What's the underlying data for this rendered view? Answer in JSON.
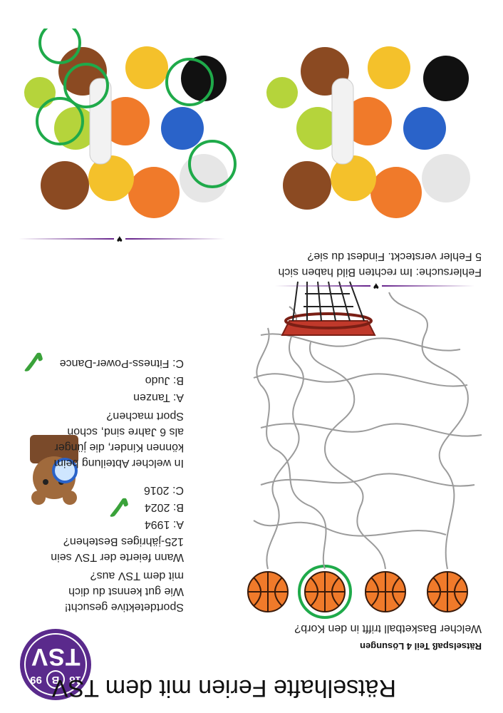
{
  "header": {
    "title": "Rätselhafte Ferien mit dem TSV",
    "subtitle": "Rätselspaß Teil 4 Lösungen",
    "logo": {
      "letters": "TSV",
      "b": "B",
      "year_left": "18",
      "year_right": "99"
    }
  },
  "maze": {
    "question": "Welcher Basketball trifft in den Korb?",
    "correct_index": 2
  },
  "spot_difference": {
    "question": "Fehlersuche: Im rechten Bild haben sich\n5 Fehler versteckt. Findest du sie?"
  },
  "quiz": {
    "intro": "Sportdetektive gesucht!\nWie gut kennst du dich\nmit dem TSV aus?",
    "q1": {
      "question": "Wann feierte der TSV sein\n125-jähriges Bestehen?",
      "options": [
        "A: 1994",
        "B: 2024",
        "C: 2016"
      ],
      "correct": "B"
    },
    "q2": {
      "question": "In welcher Abteilung beim\nkönnen Kinder, die jünger\nals 6 Jahre sind, schon\nSport machen?",
      "options": [
        "A: Tanzen",
        "B: Judo",
        "C: Fitness-Power-Dance"
      ],
      "correct": "C"
    }
  },
  "colors": {
    "brand": "#5a2a8c",
    "check": "#3aa23a",
    "highlight": "#1faa4a",
    "basketball": "#f07a2a"
  }
}
